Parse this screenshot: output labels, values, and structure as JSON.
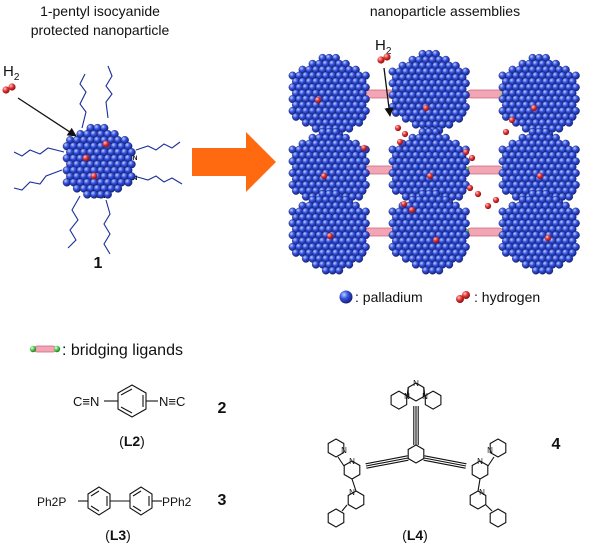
{
  "left_title_line1": "1-pentyl isocyanide",
  "left_title_line2": "protected nanoparticle",
  "right_title": "nanoparticle assemblies",
  "h2_left": "H2",
  "h2_right": "H2",
  "compound_1": "1",
  "nc_label": "NC",
  "cn_label": "CN",
  "legend": {
    "palladium": ": palladium",
    "hydrogen": ": hydrogen",
    "bridging": ": bridging ligands"
  },
  "compounds": {
    "c2_number": "2",
    "c2_name": "L2",
    "c2_left": "C≡N",
    "c2_right": "N≡C",
    "c3_number": "3",
    "c3_name": "L3",
    "c3_left": "Ph2P",
    "c3_right": "PPh2",
    "c4_number": "4",
    "c4_name": "L4"
  },
  "colors": {
    "palladium_blue": "#2a46d8",
    "palladium_dark": "#13207a",
    "hydrogen_red": "#e23030",
    "bridge_pink": "#f2a5b4",
    "arrow_orange": "#ff6a10",
    "ligand_blue": "#1b2f9a"
  }
}
